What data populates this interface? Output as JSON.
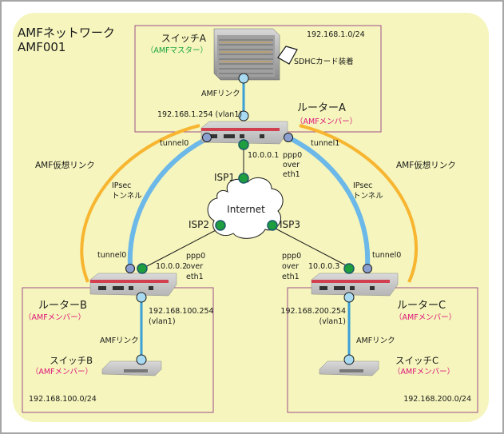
{
  "network": {
    "title": "AMFネットワーク",
    "id": "AMF001"
  },
  "colors": {
    "background": "#f5f5bd",
    "subnet_border": "#a0508c",
    "amf_virtual_link": "#f7b530",
    "ipsec_tunnel": "#6cb8e8",
    "amf_link": "#3aa0d8",
    "port_green": "#1e9e3e",
    "port_tunnel": "#8ca0d0",
    "port_vlan": "#a8daf2",
    "master_label": "#19a33c",
    "member_label": "#e0167a"
  },
  "subnets": {
    "a": {
      "network": "192.168.1.0/24"
    },
    "b": {
      "network": "192.168.100.0/24"
    },
    "c": {
      "network": "192.168.200.0/24"
    }
  },
  "devices": {
    "switch_a": {
      "name": "スイッチA",
      "role": "（AMFマスター）",
      "accessory": "SDHCカード装着"
    },
    "router_a": {
      "name": "ルーターA",
      "role": "（AMFメンバー）",
      "vlan_ip": "192.168.1.254 (vlan1)",
      "wan_ip": "10.0.0.1",
      "tunnels": [
        "tunnel0",
        "tunnel1"
      ]
    },
    "router_b": {
      "name": "ルーターB",
      "role": "（AMFメンバー）",
      "vlan_ip": "192.168.100.254",
      "vlan_if": "(vlan1)",
      "wan_ip": "10.0.0.2",
      "tunnel": "tunnel0"
    },
    "router_c": {
      "name": "ルーターC",
      "role": "（AMFメンバー）",
      "vlan_ip": "192.168.200.254",
      "vlan_if": "(vlan1)",
      "wan_ip": "10.0.0.3",
      "tunnel": "tunnel0"
    },
    "switch_b": {
      "name": "スイッチB",
      "role": "（AMFメンバー）"
    },
    "switch_c": {
      "name": "スイッチC",
      "role": "（AMFメンバー）"
    }
  },
  "links": {
    "amf_link": "AMFリンク",
    "amf_virtual_link": "AMF仮想リンク",
    "ipsec_line1": "IPsec",
    "ipsec_line2": "トンネル",
    "ppp_line1": "ppp0",
    "ppp_line2": "over",
    "ppp_line3": "eth1"
  },
  "internet": {
    "label": "Internet",
    "isps": [
      "ISP1",
      "ISP2",
      "ISP3"
    ]
  }
}
